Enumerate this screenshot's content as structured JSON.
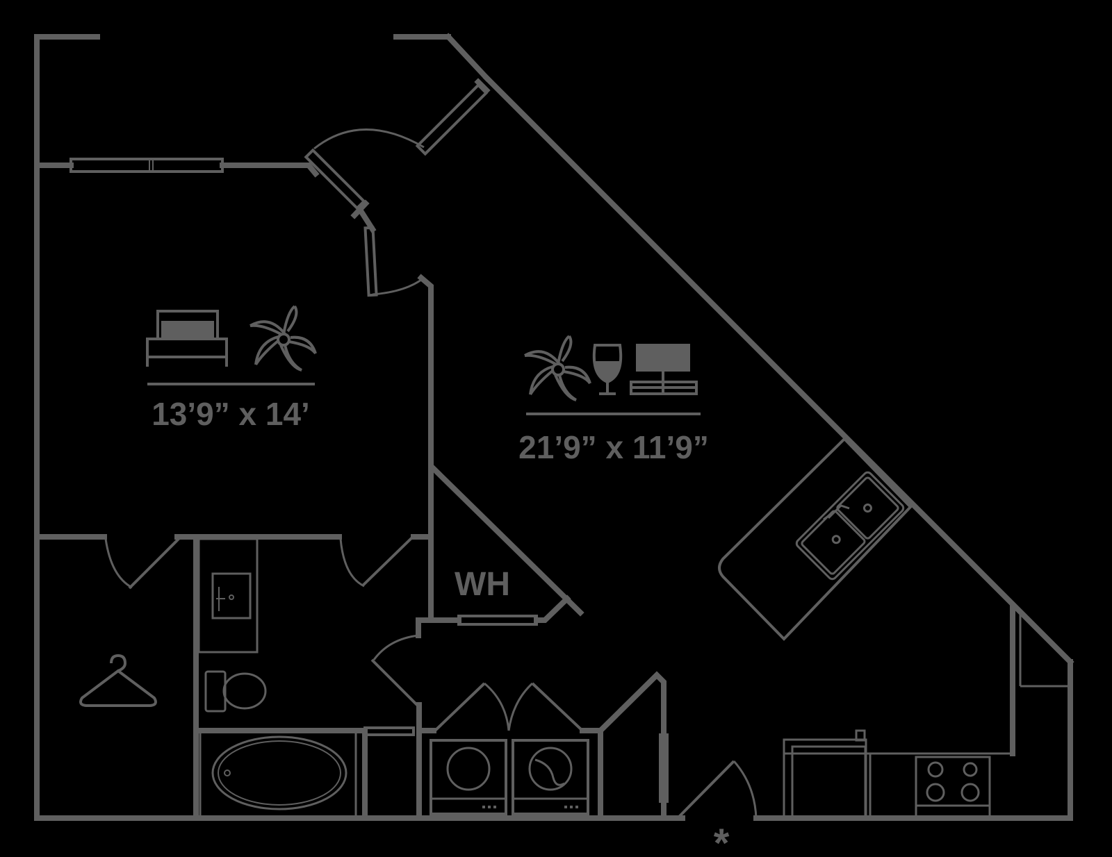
{
  "rooms": {
    "bedroom": {
      "dimensions": "13’9” x 14’",
      "icons": [
        "bed-icon",
        "ceiling-fan-icon"
      ]
    },
    "living": {
      "dimensions": "21’9” x 11’9”",
      "icons": [
        "ceiling-fan-icon",
        "wine-glass-icon",
        "tv-icon"
      ]
    },
    "water_heater": {
      "label": "WH"
    },
    "closet": {
      "icons": [
        "hanger-icon"
      ]
    }
  },
  "entry_marker": "*",
  "colors": {
    "background": "#000000",
    "linework": "#5f5f5f"
  }
}
